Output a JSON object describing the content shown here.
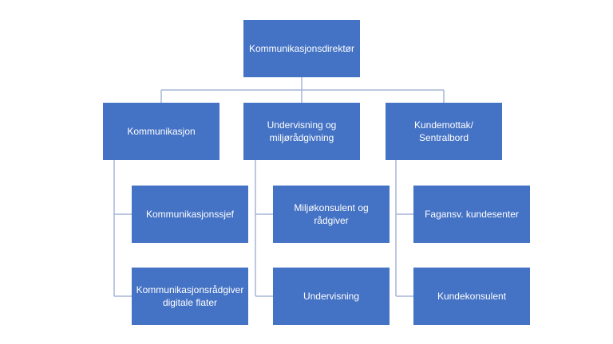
{
  "colors": {
    "box_fill": "#4472c4",
    "box_text": "#ffffff",
    "connector": "#a5b6d6",
    "background": "#ffffff"
  },
  "org": {
    "top": "Kommunikasjonsdirektør",
    "branches": [
      {
        "label": "Kommunikasjon",
        "children": [
          "Kommunikasjonssjef",
          "Kommunikasjonsrådgiver\ndigitale flater"
        ]
      },
      {
        "label": "Undervisning og\nmiljørådgivning",
        "children": [
          "Miljøkonsulent og\nrådgiver",
          "Undervisning"
        ]
      },
      {
        "label": "Kundemottak/\nSentralbord",
        "children": [
          "Fagansv. kundesenter",
          "Kundekonsulent"
        ]
      }
    ]
  }
}
